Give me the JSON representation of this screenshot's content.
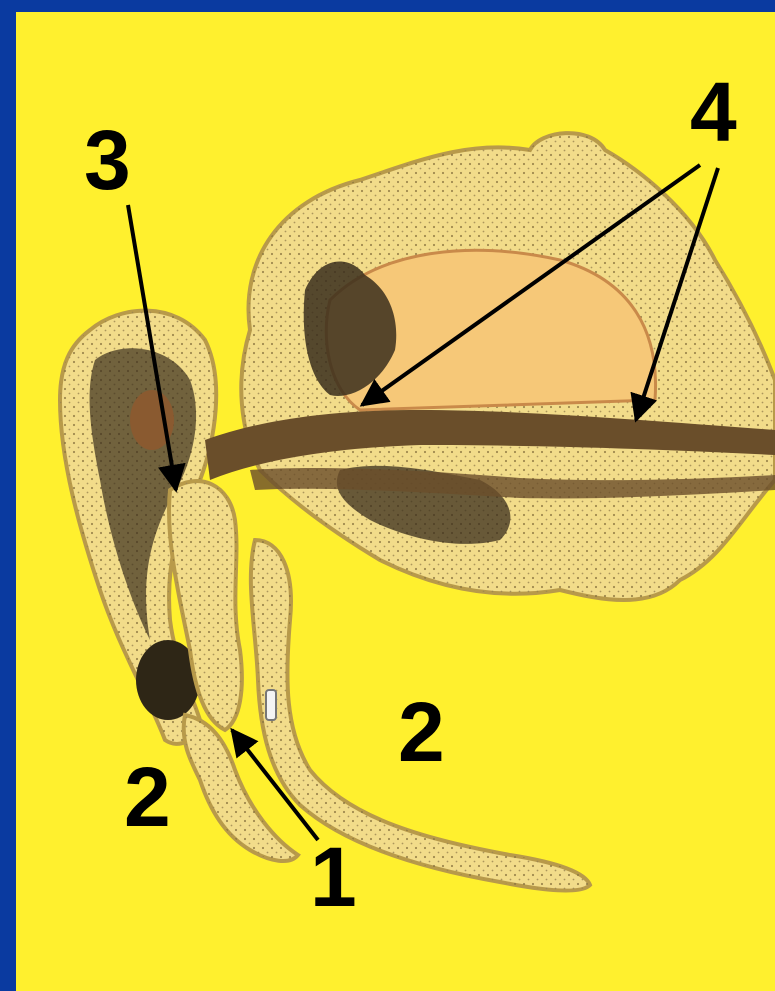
{
  "colors": {
    "frame": "#0a3aa0",
    "background": "#fff02e",
    "tissue": "#f2dc8a",
    "tissue_edge": "#b89a4a",
    "pigment": "#3a2e1c",
    "duct": "#6a4e2a",
    "arrow": "#000000"
  },
  "labels": {
    "label_1": "1",
    "label_2_left": "2",
    "label_2_right": "2",
    "label_3": "3",
    "label_4": "4"
  }
}
